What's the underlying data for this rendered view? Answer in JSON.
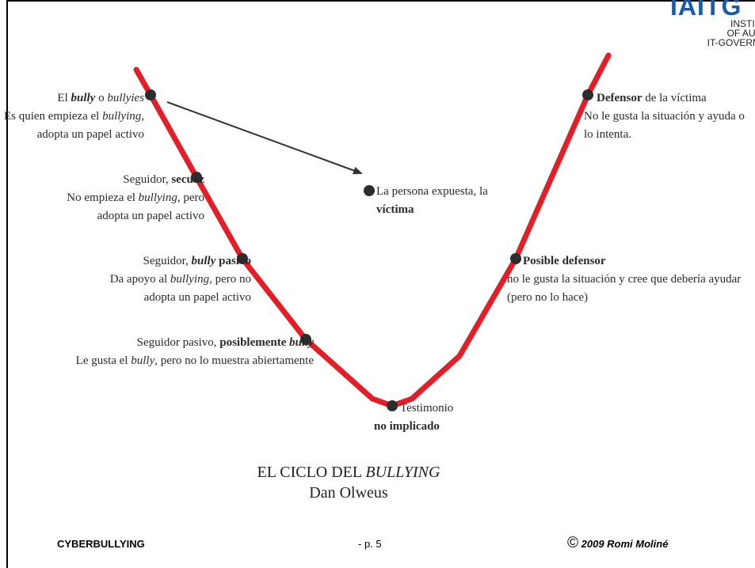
{
  "logo": {
    "mark": "IAITG",
    "lines": [
      "INSTITUTE",
      "OF AUDIT &",
      "IT-GOVERNANC"
    ]
  },
  "diagram": {
    "bully": {
      "l1_pre": "El ",
      "l1_b1": "bully",
      "l1_mid": " o ",
      "l1_i2": "bullyies",
      "l2_pre": "Es quien empieza el ",
      "l2_i": "bullying",
      "l2_post": ",",
      "l3": "adopta un papel activo"
    },
    "secuaz": {
      "l1_pre": "Seguidor, ",
      "l1_b": "secuaz",
      "l2_pre": "No empieza el ",
      "l2_i": "bullying",
      "l2_post": ", pero",
      "l3": "adopta un papel activo"
    },
    "pasivo": {
      "l1_pre": "Seguidor, ",
      "l1_bi": "bully",
      "l1_b": " pasivo",
      "l2_pre": "Da apoyo al ",
      "l2_i": "bullying",
      "l2_post": ", pero no",
      "l3": "adopta un papel activo"
    },
    "posible": {
      "l1_pre": "Seguidor pasivo, ",
      "l1_b": "posiblemente ",
      "l1_bi": "bully",
      "l2_pre": "Le gusta el ",
      "l2_i": "bully",
      "l2_post": ", pero no lo muestra abiertamente"
    },
    "testimonio": {
      "l1": "Testimonio",
      "l2": "no implicado"
    },
    "victima": {
      "l1": "La persona expuesta, la",
      "l2": "víctima"
    },
    "posible_defensor": {
      "l1": "Posible defensor",
      "l2": "no le gusta la situación y cree que debería ayudar",
      "l3": "(pero no lo hace)"
    },
    "defensor": {
      "l1_b": "Defensor",
      "l1_post": " de la víctima",
      "l2": "No le gusta la situación y ayuda o",
      "l3": "lo intenta."
    },
    "colors": {
      "curve": "#e41e26",
      "dot": "#2d2d2d",
      "arrow": "#333333"
    }
  },
  "caption": {
    "title_pre": "EL CICLO DEL ",
    "title_i": "BULLYING",
    "author": "Dan Olweus"
  },
  "footer": {
    "left": "CYBERBULLYING",
    "center": "- p. 5",
    "copyright_symbol": "©",
    "right": "2009  Romi Moliné"
  }
}
